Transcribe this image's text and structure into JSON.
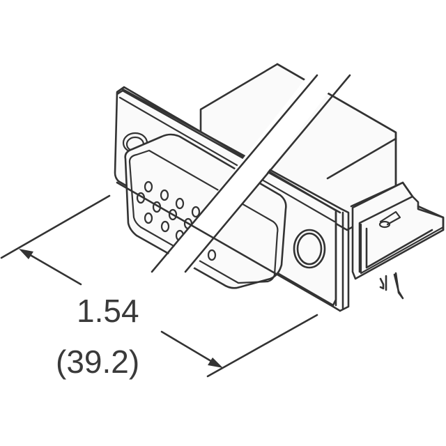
{
  "diagram": {
    "subject": "D-sub 15-pin (HD15 / VGA) right-angle PCB receptacle, isometric line drawing",
    "break_lines": "double diagonal break lines indicating length not to scale",
    "dimension": {
      "inches": "1.54",
      "millimeters": "(39.2)",
      "direction": "overall depth, front flange to rear"
    },
    "visible_pin_holes": 11,
    "colors": {
      "line": "#333333",
      "background": "#ffffff",
      "text": "#3a3a3a"
    }
  }
}
